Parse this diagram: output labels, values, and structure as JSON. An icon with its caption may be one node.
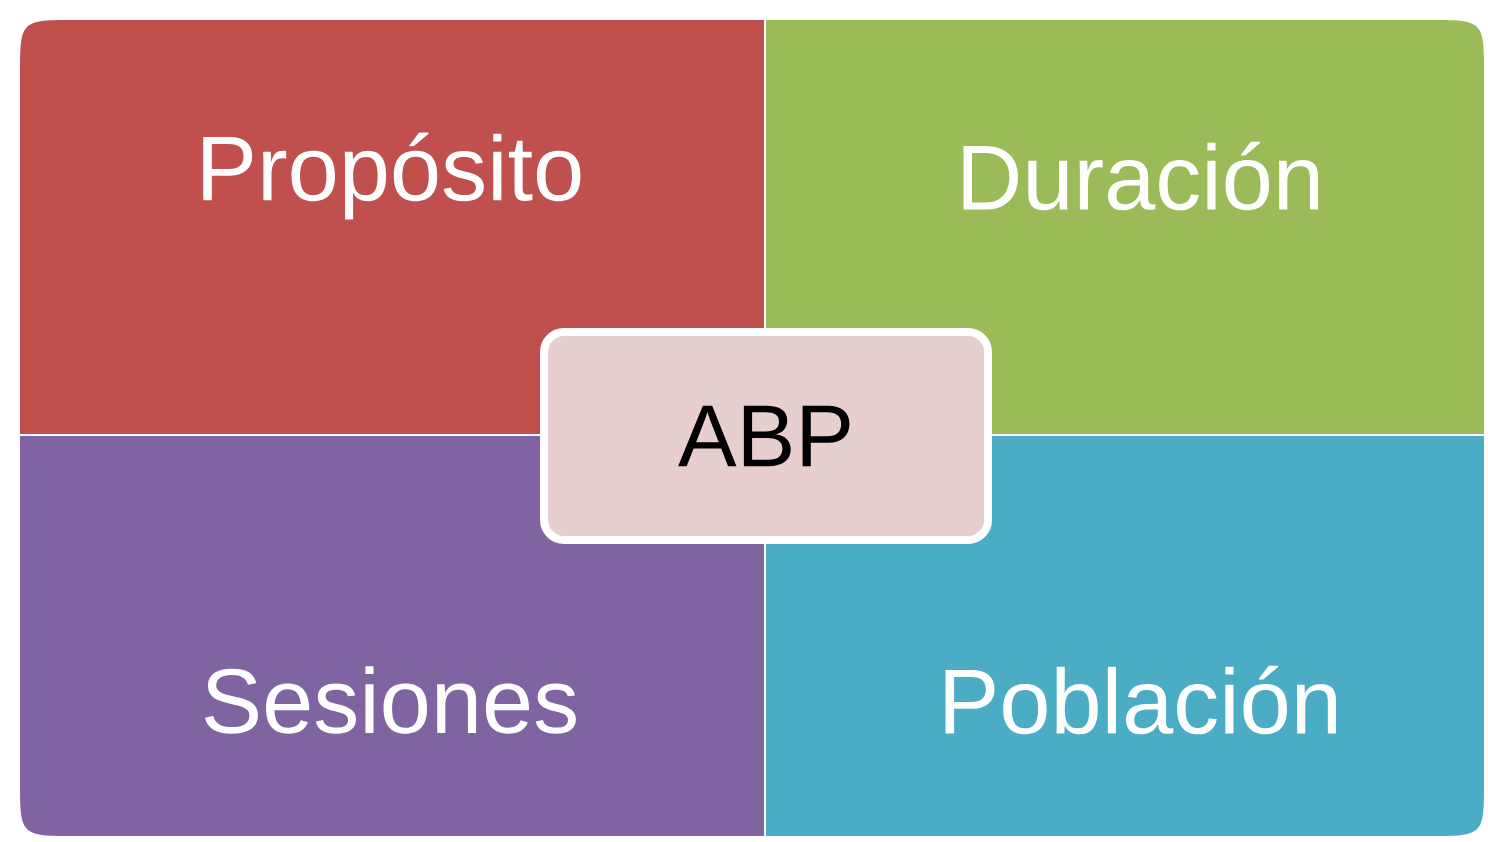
{
  "diagram": {
    "nodes": [
      {
        "text": [
          "Propósito"
        ]
      },
      {
        "text": [
          "Duración"
        ]
      },
      {
        "text": [
          "ABP"
        ]
      },
      {
        "text": [
          "Sesiones"
        ]
      },
      {
        "text": [
          "Población"
        ]
      }
    ]
  }
}
